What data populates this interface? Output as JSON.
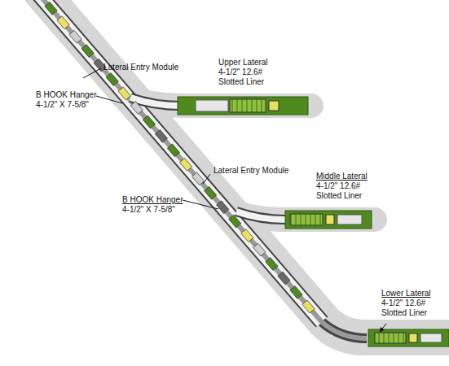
{
  "diagram": {
    "labels": [
      "Lateral Entry Module",
      "Upper Lateral",
      "4-1/2\" 12.6# Slotted Liner",
      "B HOOK Hanger",
      "4-1/2\" X 7-5/8\"",
      "Lateral Entry Module",
      "Middle Lateral",
      "4-1/2\" 12.6# Slotted Liner",
      "B HOOK Hanger",
      "4-1/2\" X 7-5/8\"",
      "Lower Lateral",
      "4-1/2\" 12.6# Slotted Liner"
    ]
  }
}
